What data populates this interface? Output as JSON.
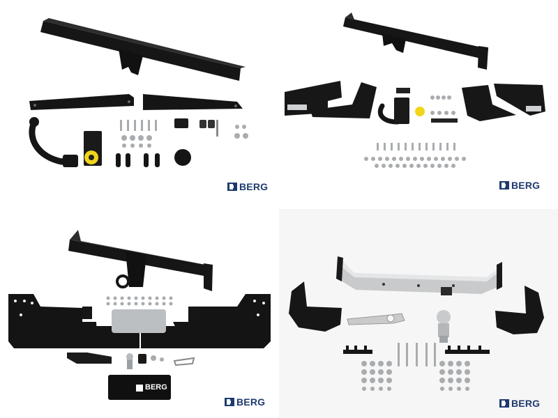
{
  "panels": [
    {
      "id": "p1",
      "logo": "BERG"
    },
    {
      "id": "p2",
      "logo": "BERG"
    },
    {
      "id": "p3",
      "logo": "BERG",
      "bag_text": "BERG"
    },
    {
      "id": "p4",
      "logo": "BERG"
    }
  ],
  "colors": {
    "steel": "#141414",
    "chrome": "#c8cacc",
    "yellow": "#f2d51b",
    "brand": "#1e3a6e",
    "hardware": "#a9acaf"
  }
}
